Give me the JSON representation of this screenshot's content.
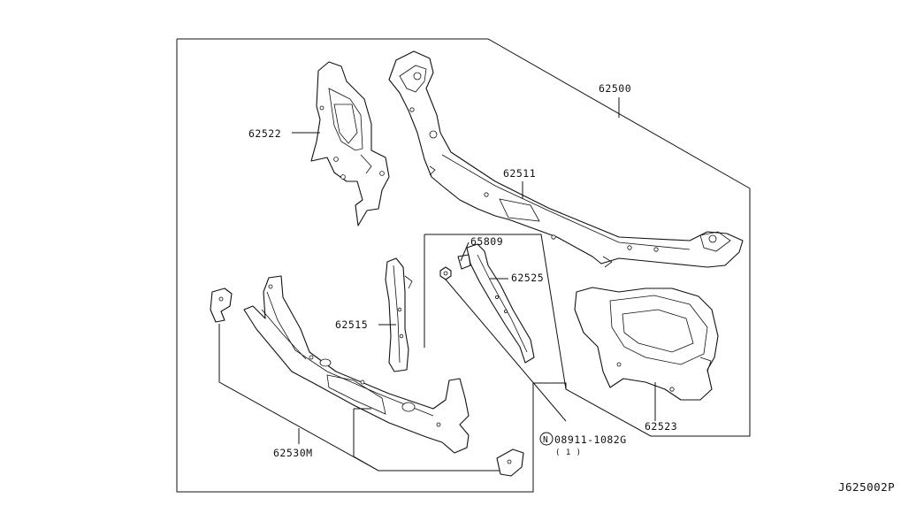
{
  "labels": {
    "p62500": "62500",
    "p62522": "62522",
    "p62511": "62511",
    "p65809": "65809",
    "p62525": "62525",
    "p62515": "62515",
    "p62523": "62523",
    "p62530m": "62530M",
    "fastener_code": "08911-1082G",
    "fastener_qty": "( 1 )",
    "fastener_symbol": "N",
    "diagram_code": "J625002P"
  },
  "colors": {
    "ink": "#111111",
    "background": "#ffffff"
  }
}
